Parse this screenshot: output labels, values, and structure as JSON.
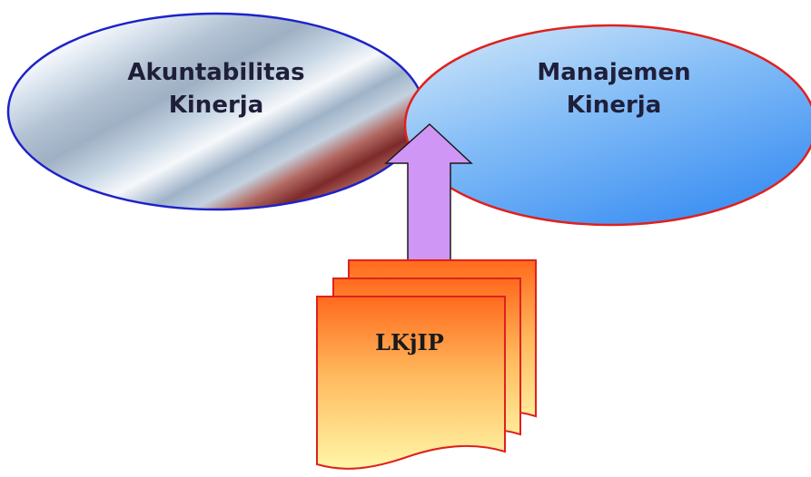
{
  "ellipse_left": {
    "line1": "Akuntabilitas",
    "line2": "Kinerja"
  },
  "ellipse_right": {
    "line1": "Manajemen",
    "line2": "Kinerja"
  },
  "document": {
    "label": "LKjIP"
  },
  "colors": {
    "left_ellipse_stroke": "#1d22c8",
    "right_ellipse_stroke": "#e0201e",
    "right_ellipse_fill_top": "#c8e2f7",
    "right_ellipse_fill_bottom": "#3f93f2",
    "arrow_fill": "#cf96f6",
    "document_stroke": "#e0201e",
    "document_fill_top": "#ff6a1d",
    "document_fill_bottom": "#fff7a8"
  }
}
